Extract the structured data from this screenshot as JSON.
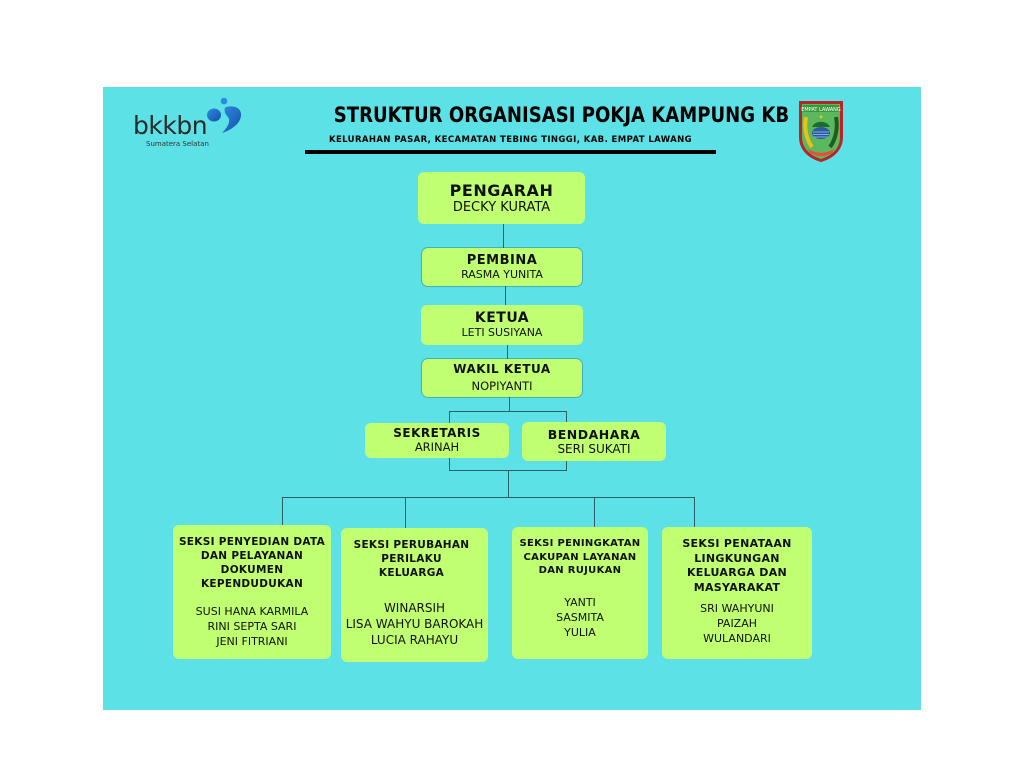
{
  "header": {
    "logo_left": {
      "wordmark": "bkkbn",
      "tagline": "Sumatera Selatan",
      "icon": "bkkbn-heart-logo-icon"
    },
    "title": "STRUKTUR ORGANISASI POKJA KAMPUNG KB",
    "subtitle": "KELURAHAN PASAR, KECAMATAN TEBING TINGGI, KAB. EMPAT LAWANG",
    "logo_right": {
      "text": "EMPAT LAWANG",
      "icon": "empat-lawang-emblem-icon"
    }
  },
  "colors": {
    "background": "#5ce1e6",
    "node_fill": "#c1ff72",
    "connector": "#2d5f66",
    "logo_blue": "#1e73c8"
  },
  "org": {
    "pengarah": {
      "role": "PENGARAH",
      "name": "DECKY KURATA"
    },
    "pembina": {
      "role": "PEMBINA",
      "name": "RASMA YUNITA"
    },
    "ketua": {
      "role": "KETUA",
      "name": "LETI SUSIYANA"
    },
    "wakil_ketua": {
      "role": "WAKIL KETUA",
      "name": "NOPIYANTI"
    },
    "sekretaris": {
      "role": "SEKRETARIS",
      "name": "ARINAH"
    },
    "bendahara": {
      "role": "BENDAHARA",
      "name": "SERI SUKATI"
    },
    "seksi": [
      {
        "title_lines": [
          "SEKSI PENYEDIAN DATA",
          "DAN PELAYANAN",
          "DOKUMEN",
          "KEPENDUDUKAN"
        ],
        "members": [
          "SUSI HANA KARMILA",
          "RINI SEPTA SARI",
          "JENI FITRIANI"
        ]
      },
      {
        "title_lines": [
          "SEKSI PERUBAHAN",
          "PERILAKU",
          "KELUARGA"
        ],
        "members": [
          "WINARSIH",
          "LISA WAHYU BAROKAH",
          "LUCIA RAHAYU"
        ]
      },
      {
        "title_lines": [
          "SEKSI PENINGKATAN",
          "CAKUPAN LAYANAN",
          "DAN RUJUKAN"
        ],
        "members": [
          "YANTI",
          "SASMITA",
          "YULIA"
        ]
      },
      {
        "title_lines": [
          "SEKSI PENATAAN",
          "LINGKUNGAN",
          "KELUARGA DAN",
          "MASYARAKAT"
        ],
        "members": [
          "SRI WAHYUNI",
          "PAIZAH",
          "WULANDARI"
        ]
      }
    ]
  }
}
